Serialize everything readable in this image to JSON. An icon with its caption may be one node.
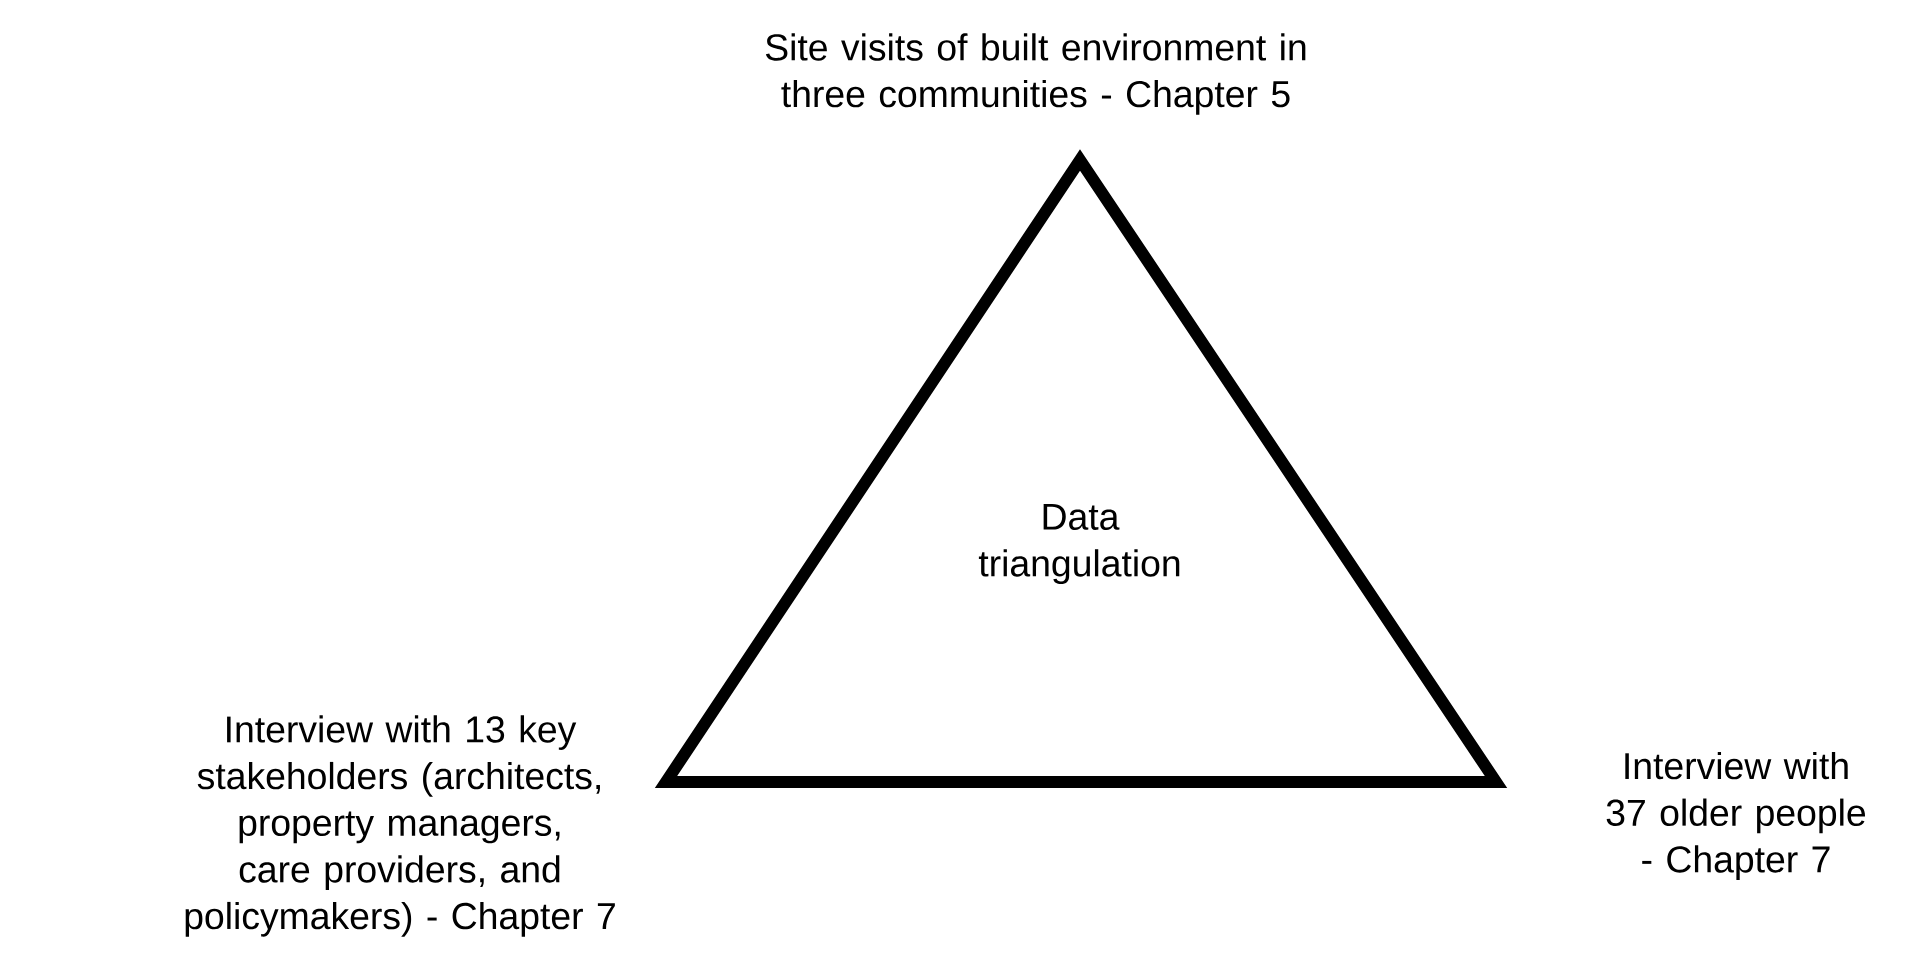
{
  "diagram": {
    "nodes": [
      {
        "text": [
          "Data triangulation"
        ]
      }
    ],
    "edges": [],
    "labels": [
      "Site visits of built environment in three communities - Chapter 5",
      "Interview with 13 key stakeholders (architects, property managers, care providers, and policymakers) - Chapter 7",
      "Interview with 37 older people - Chapter 7"
    ]
  }
}
